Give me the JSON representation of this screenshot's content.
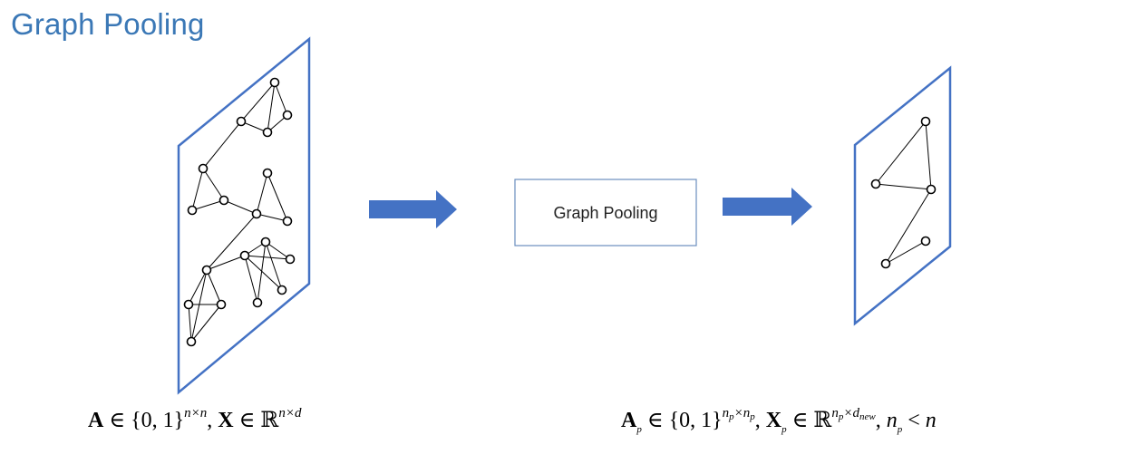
{
  "title": "Graph Pooling",
  "box_label": "Graph Pooling",
  "colors": {
    "title": "#3b78b6",
    "plane_border": "#4472c4",
    "arrow": "#4472c4",
    "box_border": "#6a8ebd"
  },
  "formulas": {
    "left": {
      "A": "A",
      "in1": " ∈ {0, 1}",
      "sup1": "n×n",
      "comma": ", ",
      "X": "X",
      "in2": " ∈ ",
      "R": "ℝ",
      "sup2": "n×d"
    },
    "right": {
      "A": "A",
      "sub_a": "p",
      "in1": " ∈ {0, 1}",
      "sup1_n1": "n",
      "sup1_s1": "p",
      "sup1_x": "×",
      "sup1_n2": "n",
      "sup1_s2": "p",
      "comma": ", ",
      "X": "X",
      "sub_x": "p",
      "in2": " ∈ ",
      "R": "ℝ",
      "sup2_n": "n",
      "sup2_s": "p",
      "sup2_x": "×",
      "sup2_d": "d",
      "sup2_ds": "new",
      "comma2": ", ",
      "np_n": "n",
      "np_s": "p",
      "lt": " < ",
      "n": "n"
    }
  }
}
